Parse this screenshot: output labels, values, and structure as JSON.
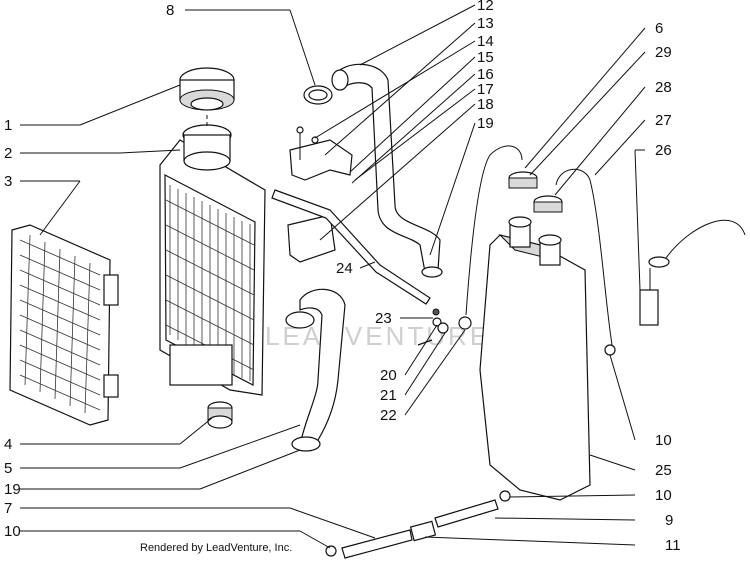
{
  "callouts": {
    "c1": "1",
    "c2": "2",
    "c3": "3",
    "c4": "4",
    "c5": "5",
    "c6": "6",
    "c7": "7",
    "c8": "8",
    "c9": "9",
    "c10a": "10",
    "c10b": "10",
    "c10c": "10",
    "c11": "11",
    "c12": "12",
    "c13": "13",
    "c14": "14",
    "c15": "15",
    "c16": "16",
    "c17": "17",
    "c18": "18",
    "c19a": "19",
    "c19b": "19",
    "c20": "20",
    "c21": "21",
    "c22": "22",
    "c23": "23",
    "c24": "24",
    "c25": "25",
    "c26": "26",
    "c27": "27",
    "c28": "28",
    "c29": "29"
  },
  "credit": "Rendered by LeadVenture, Inc.",
  "watermark": "LEADVENTURE"
}
